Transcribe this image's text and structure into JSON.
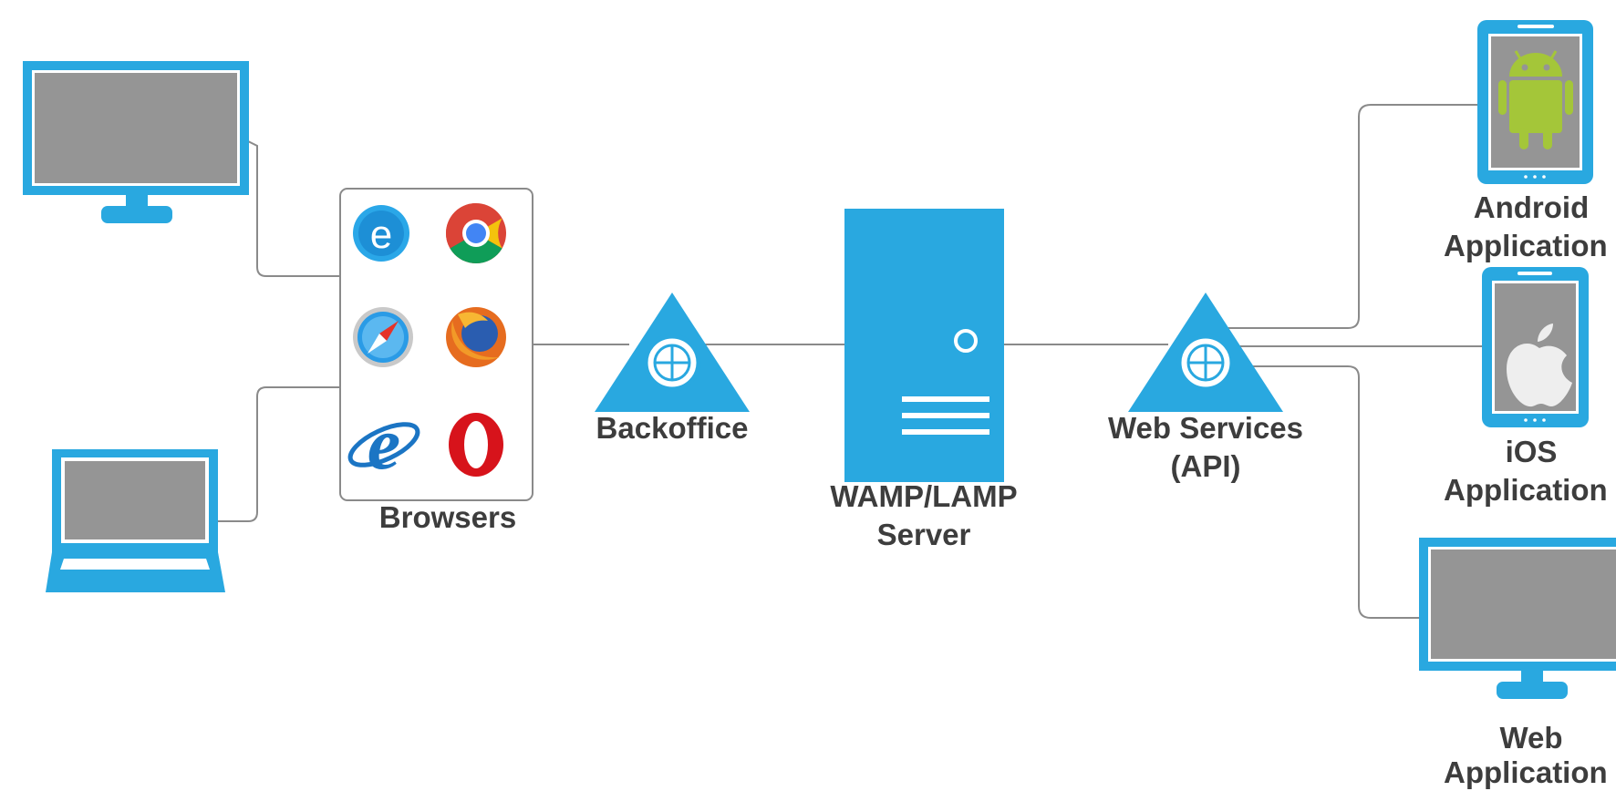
{
  "labels": {
    "browsers": "Browsers",
    "backoffice": "Backoffice",
    "server_line1": "WAMP/LAMP",
    "server_line2": "Server",
    "webservices_line1": "Web Services",
    "webservices_line2": "(API)",
    "android_line1": "Android",
    "android_line2": "Application",
    "ios_line1": "iOS",
    "ios_line2": "Application",
    "web_line1": "Web",
    "web_line2": "Application"
  },
  "nodes": {
    "client_devices": [
      "desktop-monitor-icon",
      "laptop-icon"
    ],
    "browser_icons": [
      "edge-icon",
      "chrome-icon",
      "safari-icon",
      "firefox-icon",
      "internet-explorer-icon",
      "opera-icon"
    ],
    "client_apps": [
      "android-phone-icon",
      "ios-phone-icon",
      "web-monitor-icon"
    ]
  },
  "colors": {
    "accent": "#29a8e0",
    "screen": "#959595",
    "connector": "#8a8a8a",
    "label": "#3d3d3d",
    "android_green": "#a4c639",
    "opera_red": "#d7131b",
    "firefox_orange": "#e66c1f",
    "ie_blue": "#1b75c4"
  }
}
